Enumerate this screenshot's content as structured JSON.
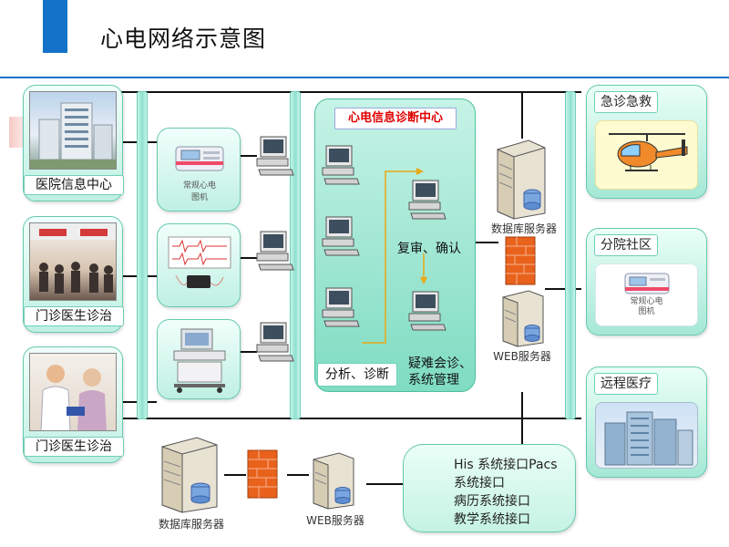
{
  "title": "心电网络示意图",
  "left_panels": [
    {
      "label": "医院信息中心",
      "photo": "hospital-building-photo"
    },
    {
      "label": "门诊医生诊治",
      "photo": "outpatient-hall-photo"
    },
    {
      "label": "门诊医生诊治",
      "photo": "doctor-patient-photo"
    }
  ],
  "devices": [
    {
      "caption_line1": "常规心电",
      "caption_line2": "图机"
    },
    {
      "caption_line1": "",
      "caption_line2": ""
    },
    {
      "caption_line1": "",
      "caption_line2": ""
    }
  ],
  "center": {
    "title": "心电信息诊断中心",
    "review_label": "复审、确认",
    "analyze_label": "分析、诊断",
    "consult_label_line1": "疑难会诊、",
    "consult_label_line2": "系统管理"
  },
  "servers": {
    "db_top": "数据库服务器",
    "web_top": "WEB服务器",
    "db_bottom": "数据库服务器",
    "web_bottom": "WEB服务器"
  },
  "right_panels": [
    {
      "label": "急诊急救",
      "image": "helicopter-icon"
    },
    {
      "label": "分院社区",
      "caption_line1": "常规心电",
      "caption_line2": "图机"
    },
    {
      "label": "远程医疗",
      "image": "hospital-towers-photo"
    }
  ],
  "interfaces": [
    "His 系统接口Pacs",
    "系统接口",
    "病历系统接口",
    "教学系统接口"
  ],
  "colors": {
    "accent": "#1473c8",
    "panel_teal": "#8fe0cf",
    "center_title_red": "#e00000",
    "firewall_orange": "#e8621c"
  }
}
